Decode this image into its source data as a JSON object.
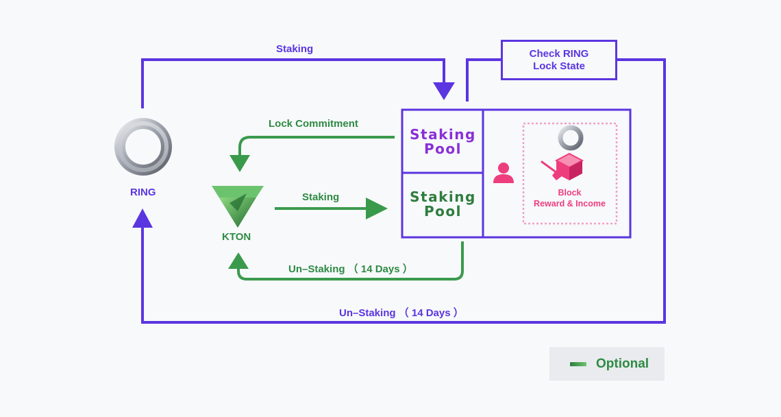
{
  "colors": {
    "ring_flow": "#5b35e0",
    "kton_flow": "#3a9a4c",
    "reward": "#ee3d7d"
  },
  "tokens": {
    "ring": "RING",
    "kton": "KTON"
  },
  "flows": {
    "ring_staking": "Staking",
    "ring_unstaking": "Un–Staking （ 14 Days ）",
    "lock_commitment": "Lock Commitment",
    "kton_staking": "Staking",
    "kton_unstaking": "Un–Staking （ 14 Days ）"
  },
  "check_box": {
    "line1": "Check RING",
    "line2": "Lock State"
  },
  "pools": {
    "top_line1": "Staking",
    "top_line2": "Pool",
    "bottom_line1": "Staking",
    "bottom_line2": "Pool"
  },
  "reward": {
    "line1": "Block",
    "line2": "Reward & Income"
  },
  "legend": {
    "label": "Optional"
  },
  "icons": {
    "ring": "ring-coin-icon",
    "kton": "kton-gem-icon",
    "user": "user-icon",
    "ring_small": "ring-coin-small-icon",
    "mining": "shovel-block-icon"
  }
}
